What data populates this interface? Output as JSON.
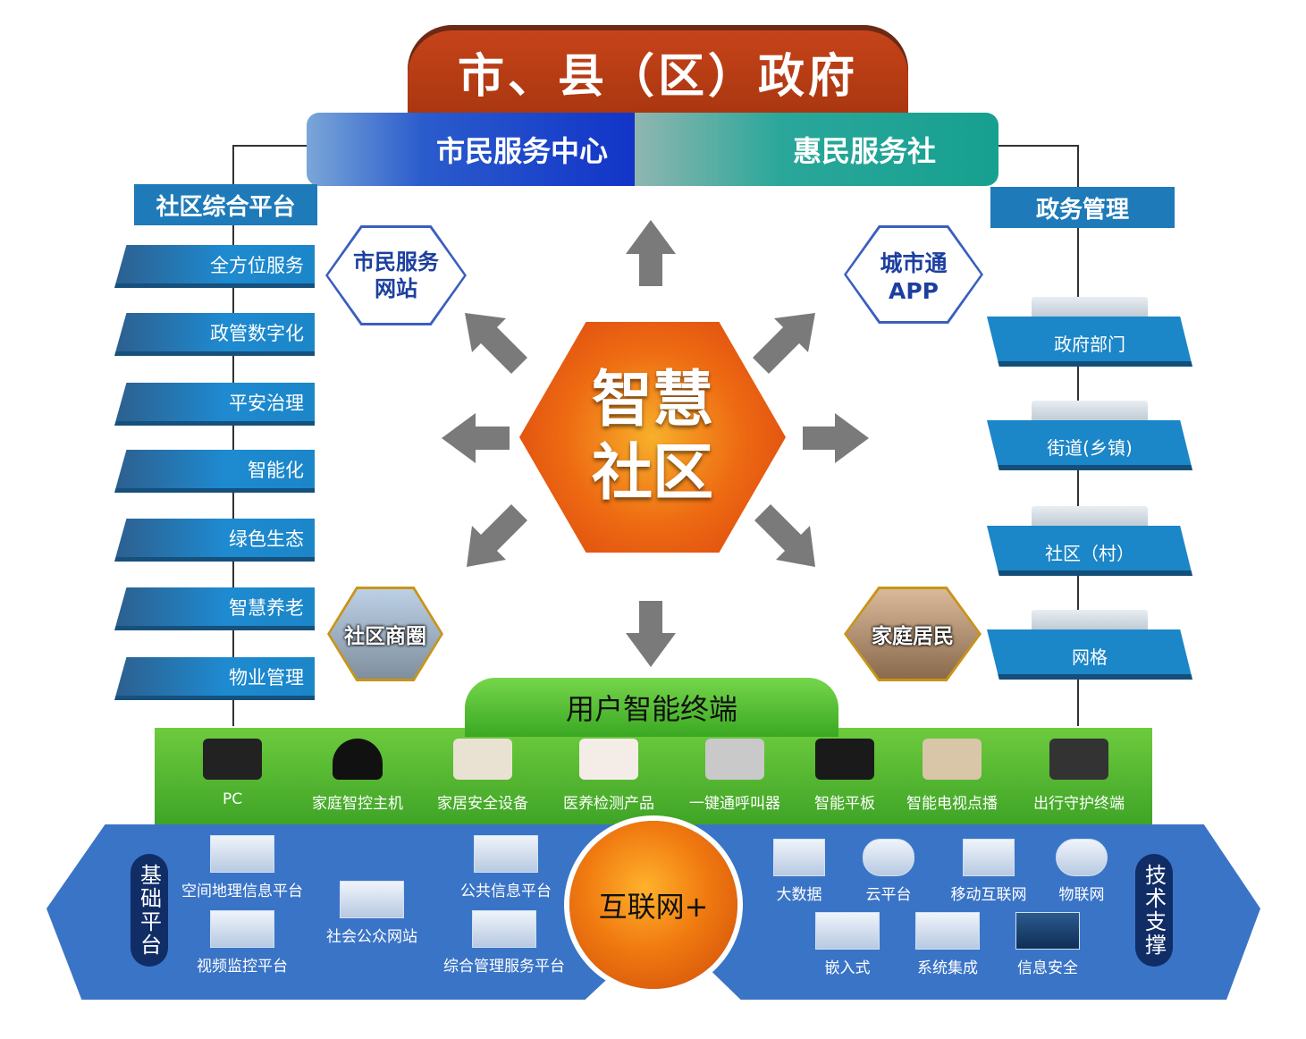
{
  "top_title": "市、县（区）政府",
  "service_center": {
    "left": "市民服务中心",
    "right": "惠民服务社"
  },
  "left_column": {
    "title": "社区综合平台",
    "items": [
      "全方位服务",
      "政管数字化",
      "平安治理",
      "智能化",
      "绿色生态",
      "智慧养老",
      "物业管理"
    ]
  },
  "right_column": {
    "title": "政务管理",
    "items": [
      "政府部门",
      "街道(乡镇)",
      "社区（村）",
      "网格"
    ]
  },
  "center": {
    "line1": "智慧",
    "line2": "社区"
  },
  "small_hexes": {
    "top_left": "市民服务网站",
    "top_right_line1": "城市通",
    "top_right_line2": "APP",
    "bottom_left": "社区商圈",
    "bottom_right": "家庭居民"
  },
  "terminal": {
    "title": "用户智能终端",
    "items": [
      "PC",
      "家庭智控主机",
      "家居安全设备",
      "医养检测产品",
      "一键通呼叫器",
      "智能平板",
      "智能电视点播",
      "出行守护终端"
    ]
  },
  "internet": "互联网+",
  "base_platform": {
    "tab": "基础平台",
    "items": [
      "空间地理信息平台",
      "视频监控平台",
      "社会公众网站",
      "公共信息平台",
      "综合管理服务平台"
    ]
  },
  "tech_support": {
    "tab": "技术支撑",
    "items": [
      "大数据",
      "云平台",
      "移动互联网",
      "物联网",
      "嵌入式",
      "系统集成",
      "信息安全"
    ]
  },
  "colors": {
    "accent_blue": "#1b86c8",
    "orange": "#ee6a12",
    "green": "#4cb52c",
    "dark_red": "#b03a12"
  }
}
